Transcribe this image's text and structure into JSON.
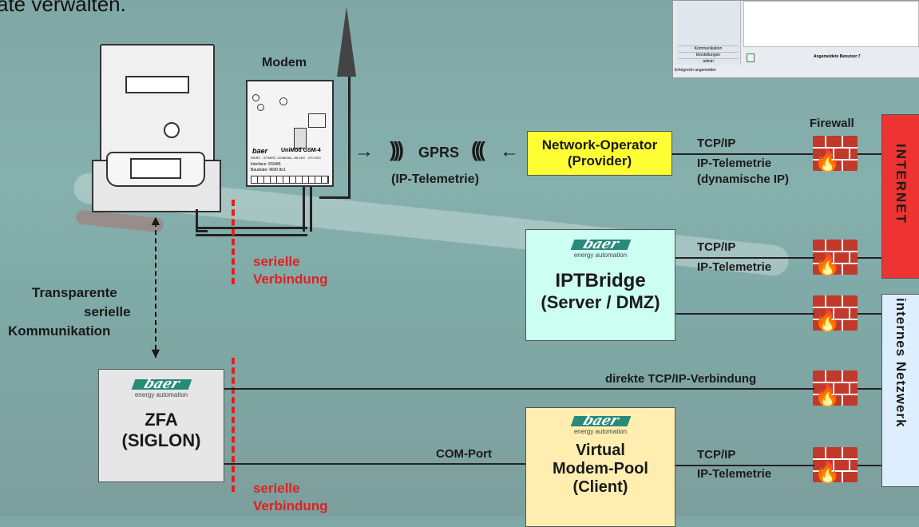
{
  "header_fragment": "ate verwalten.",
  "modem": {
    "label": "Modem",
    "brand": "baer",
    "model": "UniMod GSM-4",
    "spec": "RS/RC · 2/TM/RC 12/48/VAC, 88 VDC · 270 VDC",
    "iface": "Interface: RS485",
    "baud": "Baudrate: 9600 8n1"
  },
  "gprs": {
    "label": "GPRS",
    "sub": "(IP-Telemetrie)"
  },
  "provider": {
    "line1": "Network-Operator",
    "line2": "(Provider)"
  },
  "firewall_label": "Firewall",
  "tcp_top": {
    "l1": "TCP/IP",
    "l2": "IP-Telemetrie",
    "l3": "(dynamische IP)"
  },
  "internet_label": "INTERNET",
  "internal_label": "internes Netzwerk",
  "logo": {
    "brand": "baer",
    "sub": "energy automation"
  },
  "iptbridge": {
    "l1": "IPTBridge",
    "l2": "(Server / DMZ)"
  },
  "tcp_mid": {
    "l1": "TCP/IP",
    "l2": "IP-Telemetrie"
  },
  "serial_top": {
    "l1": "serielle",
    "l2": "Verbindung"
  },
  "transparent": {
    "l1": "Transparente",
    "l2": "serielle",
    "l3": "Kommunikation"
  },
  "zfa": {
    "l1": "ZFA",
    "l2": "(SIGLON)"
  },
  "direct_tcp": "direkte TCP/IP-Verbindung",
  "com_port": "COM-Port",
  "vmp": {
    "l1": "Virtual",
    "l2": "Modem-Pool",
    "l3": "(Client)"
  },
  "tcp_bottom": {
    "l1": "TCP/IP",
    "l2": "IP-Telemetrie"
  },
  "serial_bottom": {
    "l1": "serielle",
    "l2": "Verbindung"
  },
  "screenshot": {
    "menu": [
      "Kommunikation",
      "Einstellungen",
      "admin"
    ],
    "status_center": "Angemeldete Benutzer:7",
    "status_bar": "Erfolgreich angemeldet"
  },
  "colors": {
    "provider_fill": "#ffff33",
    "iptbridge_fill": "#ccfff2",
    "zfa_fill": "#e6e6e6",
    "vmp_fill": "#ffeeb0",
    "internet_fill": "#ee3333",
    "internal_fill": "#ddeeff",
    "serial_red": "#e02020"
  }
}
